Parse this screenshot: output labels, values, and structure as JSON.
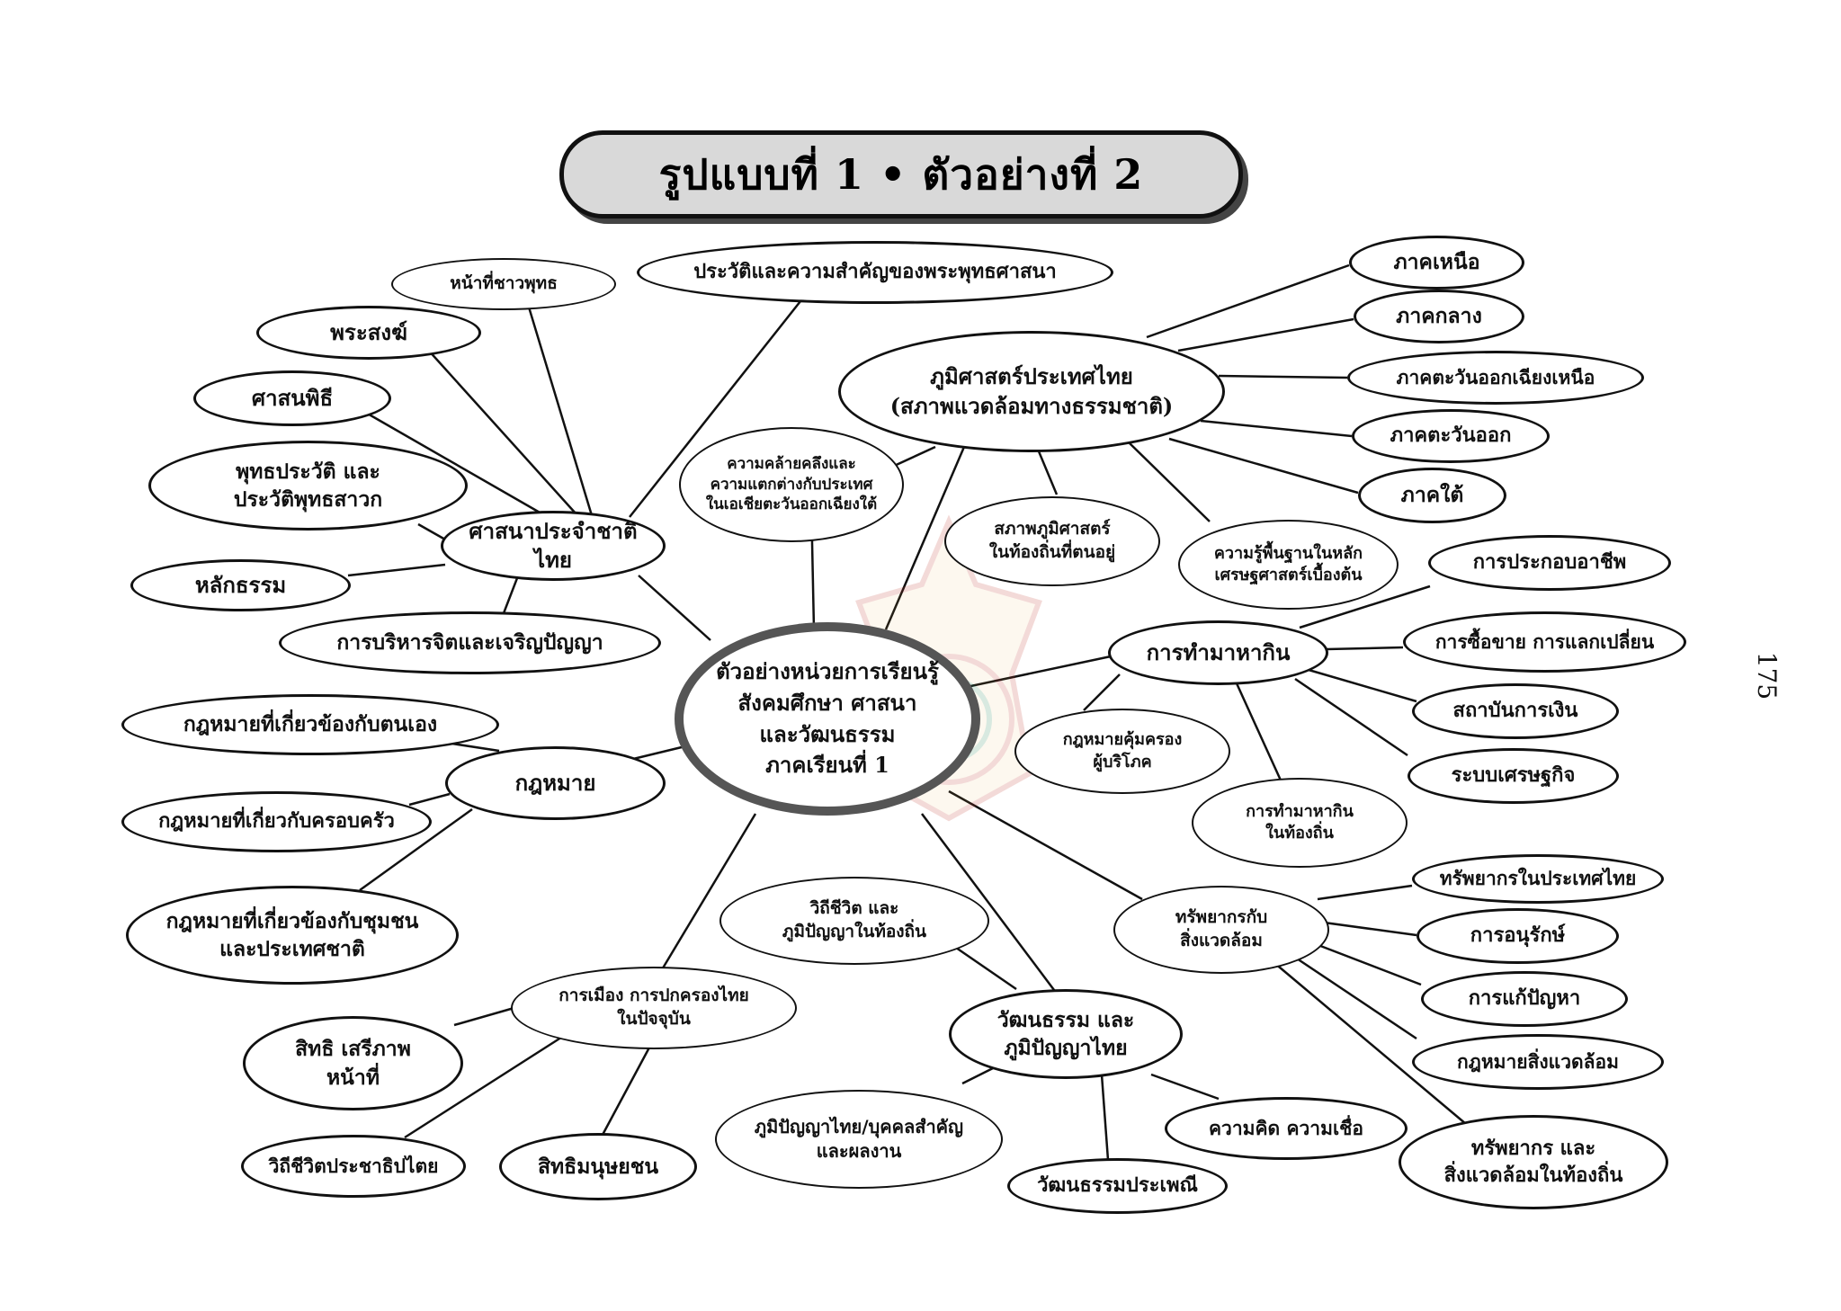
{
  "title": "รูปแบบที่ 1 • ตัวอย่างที่ 2",
  "page_number": "175",
  "center": [
    "ตัวอย่างหน่วยการเรียนรู้",
    "สังคมศึกษา ศาสนา",
    "และวัฒนธรรม",
    "ภาคเรียนที่ 1"
  ],
  "branches": {
    "religion": {
      "label": [
        "ศาสนาประจำชาติไทย"
      ],
      "children": [
        [
          "หน้าที่ชาวพุทธ"
        ],
        [
          "ประวัติและความสำคัญของพระพุทธศาสนา"
        ],
        [
          "พระสงฆ์"
        ],
        [
          "ศาสนพิธี"
        ],
        [
          "พุทธประวัติ และ",
          "ประวัติพุทธสาวก"
        ],
        [
          "หลักธรรม"
        ],
        [
          "การบริหารจิตและเจริญปัญญา"
        ]
      ]
    },
    "geography": {
      "label": [
        "ภูมิศาสตร์ประเทศไทย",
        "(สภาพแวดล้อมทางธรรมชาติ)"
      ],
      "children": [
        [
          "ภาคเหนือ"
        ],
        [
          "ภาคกลาง"
        ],
        [
          "ภาคตะวันออกเฉียงเหนือ"
        ],
        [
          "ภาคตะวันออก"
        ],
        [
          "ภาคใต้"
        ],
        [
          "ความคล้ายคลึงและ",
          "ความแตกต่างกับประเทศ",
          "ในเอเชียตะวันออกเฉียงใต้"
        ],
        [
          "สภาพภูมิศาสตร์",
          "ในท้องถิ่นที่ตนอยู่"
        ],
        [
          "ความรู้พื้นฐานในหลัก",
          "เศรษฐศาสตร์เบื้องต้น"
        ]
      ]
    },
    "livelihood": {
      "label": [
        "การทำมาหากิน"
      ],
      "children": [
        [
          "การประกอบอาชีพ"
        ],
        [
          "การซื้อขาย การแลกเปลี่ยน"
        ],
        [
          "สถาบันการเงิน"
        ],
        [
          "ระบบเศรษฐกิจ"
        ],
        [
          "กฎหมายคุ้มครอง",
          "ผู้บริโภค"
        ],
        [
          "การทำมาหากิน",
          "ในท้องถิ่น"
        ]
      ]
    },
    "law": {
      "label": [
        "กฎหมาย"
      ],
      "children": [
        [
          "กฎหมายที่เกี่ยวข้องกับตนเอง"
        ],
        [
          "กฎหมายที่เกี่ยวกับครอบครัว"
        ],
        [
          "กฎหมายที่เกี่ยวข้องกับชุมชน",
          "และประเทศชาติ"
        ]
      ]
    },
    "resources": {
      "label": [
        "ทรัพยากรกับ",
        "สิ่งแวดล้อม"
      ],
      "children": [
        [
          "ทรัพยากรในประเทศไทย"
        ],
        [
          "การอนุรักษ์"
        ],
        [
          "การแก้ปัญหา"
        ],
        [
          "กฎหมายสิ่งแวดล้อม"
        ],
        [
          "ทรัพยากร และ",
          "สิ่งแวดล้อมในท้องถิ่น"
        ]
      ]
    },
    "culture": {
      "label": [
        "วัฒนธรรม และ",
        "ภูมิปัญญาไทย"
      ],
      "children": [
        [
          "วิถีชีวิต และ",
          "ภูมิปัญญาในท้องถิ่น"
        ],
        [
          "ภูมิปัญญาไทย/บุคคลสำคัญ",
          "และผลงาน"
        ],
        [
          "ความคิด ความเชื่อ"
        ],
        [
          "วัฒนธรรมประเพณี"
        ]
      ]
    },
    "politics": {
      "label": [
        "การเมือง การปกครองไทย",
        "ในปัจจุบัน"
      ],
      "children": [
        [
          "สิทธิ เสรีภาพ",
          "หน้าที่"
        ],
        [
          "วิถีชีวิตประชาธิปไตย"
        ],
        [
          "สิทธิมนุษยชน"
        ]
      ]
    }
  }
}
